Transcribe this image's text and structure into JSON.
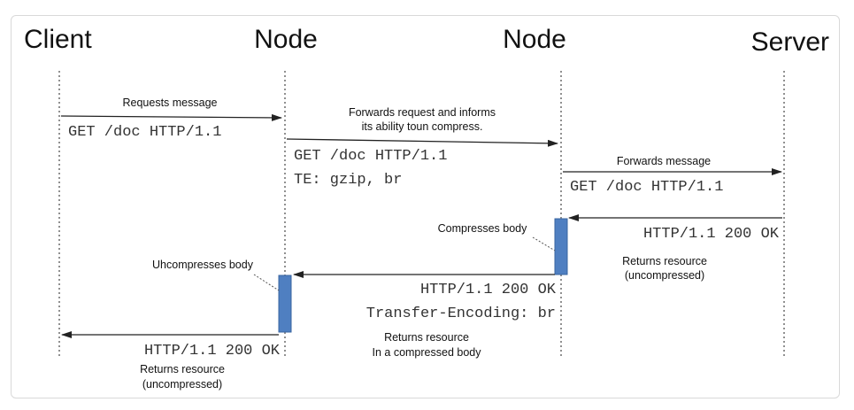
{
  "actors": {
    "client": "Client",
    "node1": "Node",
    "node2": "Node",
    "server": "Server"
  },
  "messages": {
    "m1": {
      "label": "Requests  message",
      "code": "GET /doc HTTP/1.1"
    },
    "m2": {
      "label_line1": "Forwards request and informs",
      "label_line2": "its  ability toun compress.",
      "code_line1": "GET /doc HTTP/1.1",
      "code_line2": "TE: gzip, br"
    },
    "m3": {
      "label": "Forwards  message",
      "code": "GET /doc HTTP/1.1"
    },
    "m4": {
      "code": "HTTP/1.1 200 OK",
      "label_line1": "Returns resource",
      "label_line2": "(uncompressed)"
    },
    "m5": {
      "code_line1": "HTTP/1.1 200 OK",
      "code_line2": "Transfer-Encoding: br",
      "label_line1": "Returns resource",
      "label_line2": "In a compressed body"
    },
    "m6": {
      "code": "HTTP/1.1 200 OK",
      "label_line1": "Returns resource",
      "label_line2": "(uncompressed)"
    }
  },
  "notes": {
    "compress": "Compresses body",
    "uncompress": "Uhcompresses body"
  },
  "colors": {
    "activation": "#4f7fc1",
    "line": "#222222"
  }
}
